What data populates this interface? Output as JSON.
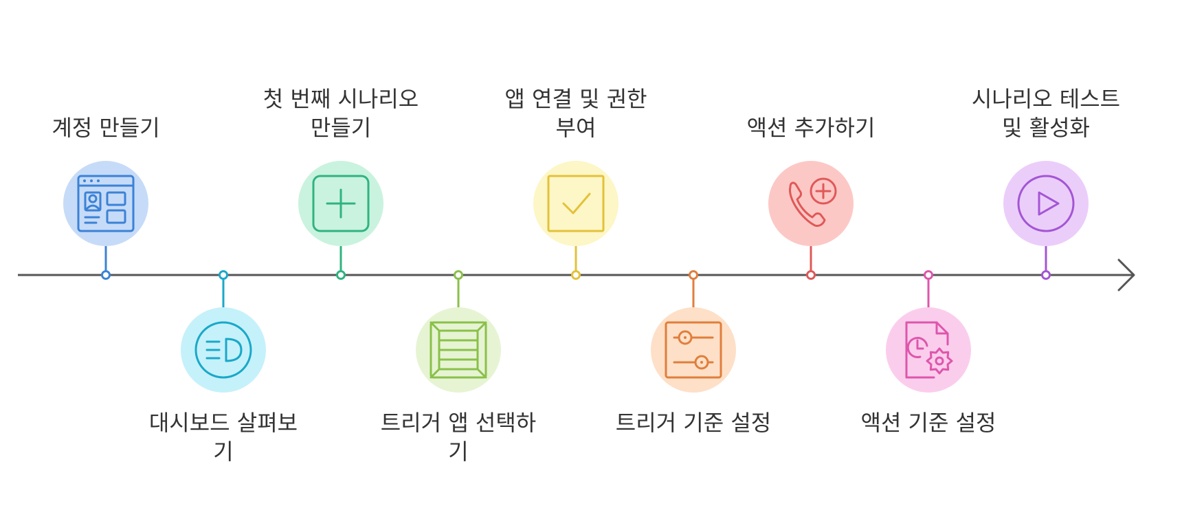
{
  "steps": [
    {
      "id": "create-account",
      "lines": [
        "계정 만들기"
      ],
      "icon": "account-card-icon",
      "accent": "#3b82d6",
      "bg": "#c6dbf8"
    },
    {
      "id": "explore-dashboard",
      "lines": [
        "대시보드 살펴보",
        "기"
      ],
      "icon": "headlight-icon",
      "accent": "#1aa8c8",
      "bg": "#c5f1fb"
    },
    {
      "id": "first-scenario",
      "lines": [
        "첫 번째 시나리오",
        "만들기"
      ],
      "icon": "plus-square-icon",
      "accent": "#2fb380",
      "bg": "#c9f3de"
    },
    {
      "id": "trigger-app",
      "lines": [
        "트리거 앱 선택하",
        "기"
      ],
      "icon": "crate-icon",
      "accent": "#8ac04a",
      "bg": "#e6f4d3"
    },
    {
      "id": "connect-apps",
      "lines": [
        "앱 연결 및 권한",
        "부여"
      ],
      "icon": "checkbox-icon",
      "accent": "#e2c23a",
      "bg": "#fdf6c6"
    },
    {
      "id": "trigger-criteria",
      "lines": [
        "트리거 기준 설정"
      ],
      "icon": "sliders-icon",
      "accent": "#e07e3c",
      "bg": "#fde0c7"
    },
    {
      "id": "add-action",
      "lines": [
        "액션 추가하기"
      ],
      "icon": "phone-plus-icon",
      "accent": "#e05858",
      "bg": "#fcc8c6"
    },
    {
      "id": "action-criteria",
      "lines": [
        "액션 기준 설정"
      ],
      "icon": "file-clock-gear-icon",
      "accent": "#de56ac",
      "bg": "#fbcdec"
    },
    {
      "id": "test-activate",
      "lines": [
        "시나리오 테스트",
        "및 활성화"
      ],
      "icon": "play-circle-icon",
      "accent": "#a356d4",
      "bg": "#ebcdfa"
    }
  ],
  "timeline_color": "#555555"
}
